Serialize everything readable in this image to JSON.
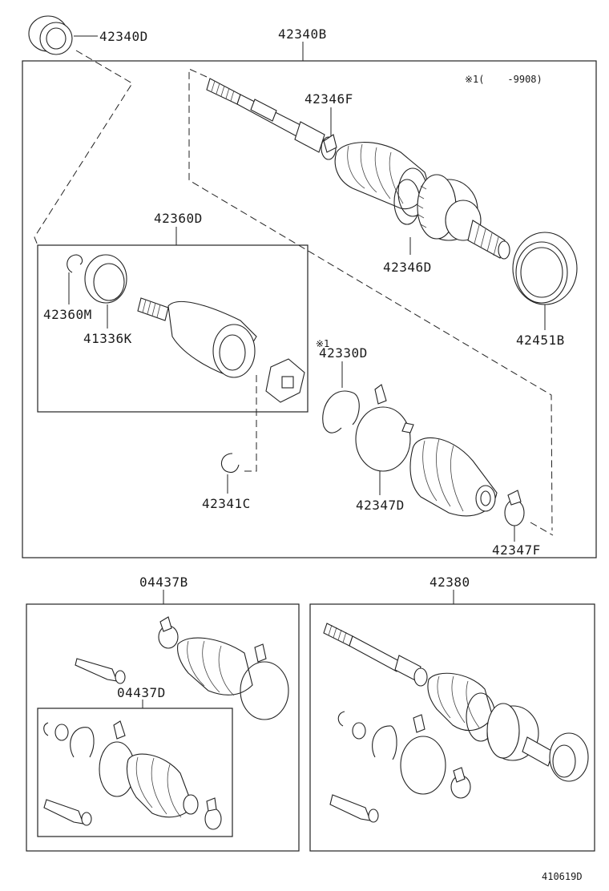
{
  "labels": {
    "p42340D": "42340D",
    "p42340B": "42340B",
    "note_range": "※1(    -9908)",
    "p42346F": "42346F",
    "p42360D": "42360D",
    "p42346D": "42346D",
    "p42451B": "42451B",
    "p42360M": "42360M",
    "p41336K": "41336K",
    "note_mark": "※1",
    "p42330D": "42330D",
    "p42341C": "42341C",
    "p42347D": "42347D",
    "p42347F": "42347F",
    "p04437B": "04437B",
    "p42380": "42380",
    "p04437D": "04437D",
    "diagram_id": "410619D"
  }
}
